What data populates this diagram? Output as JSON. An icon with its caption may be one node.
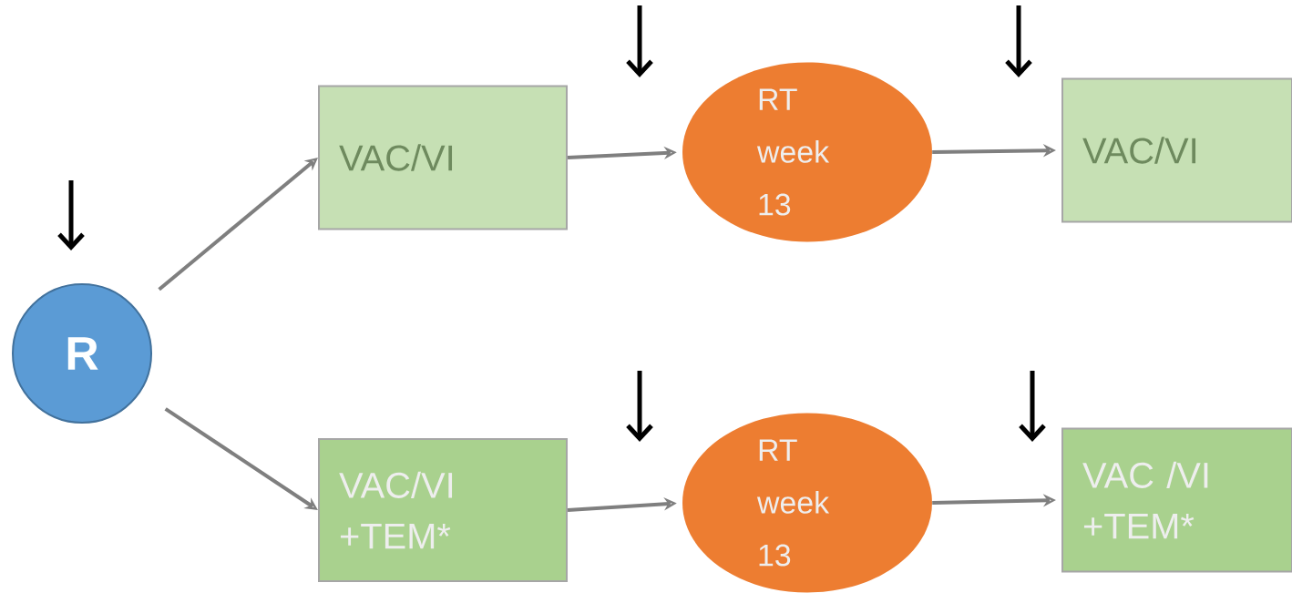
{
  "diagram": {
    "nodes": [
      {
        "text": [
          "R"
        ]
      },
      {
        "text": [
          "VAC/VI"
        ]
      },
      {
        "text": [
          "RT week 13"
        ]
      },
      {
        "text": [
          "VAC/VI"
        ]
      },
      {
        "text": [
          "VAC/VI +TEM*"
        ]
      },
      {
        "text": [
          "RT week 13"
        ]
      },
      {
        "text": [
          "VAC /VI +TEM*"
        ]
      }
    ],
    "edges": [
      {
        "from": 0,
        "to": 1,
        "arrow": "to"
      },
      {
        "from": 1,
        "to": 2,
        "arrow": "to"
      },
      {
        "from": 2,
        "to": 3,
        "arrow": "to"
      },
      {
        "from": 0,
        "to": 4,
        "arrow": "to"
      },
      {
        "from": 4,
        "to": 5,
        "arrow": "to"
      },
      {
        "from": 5,
        "to": 6,
        "arrow": "to"
      }
    ]
  }
}
